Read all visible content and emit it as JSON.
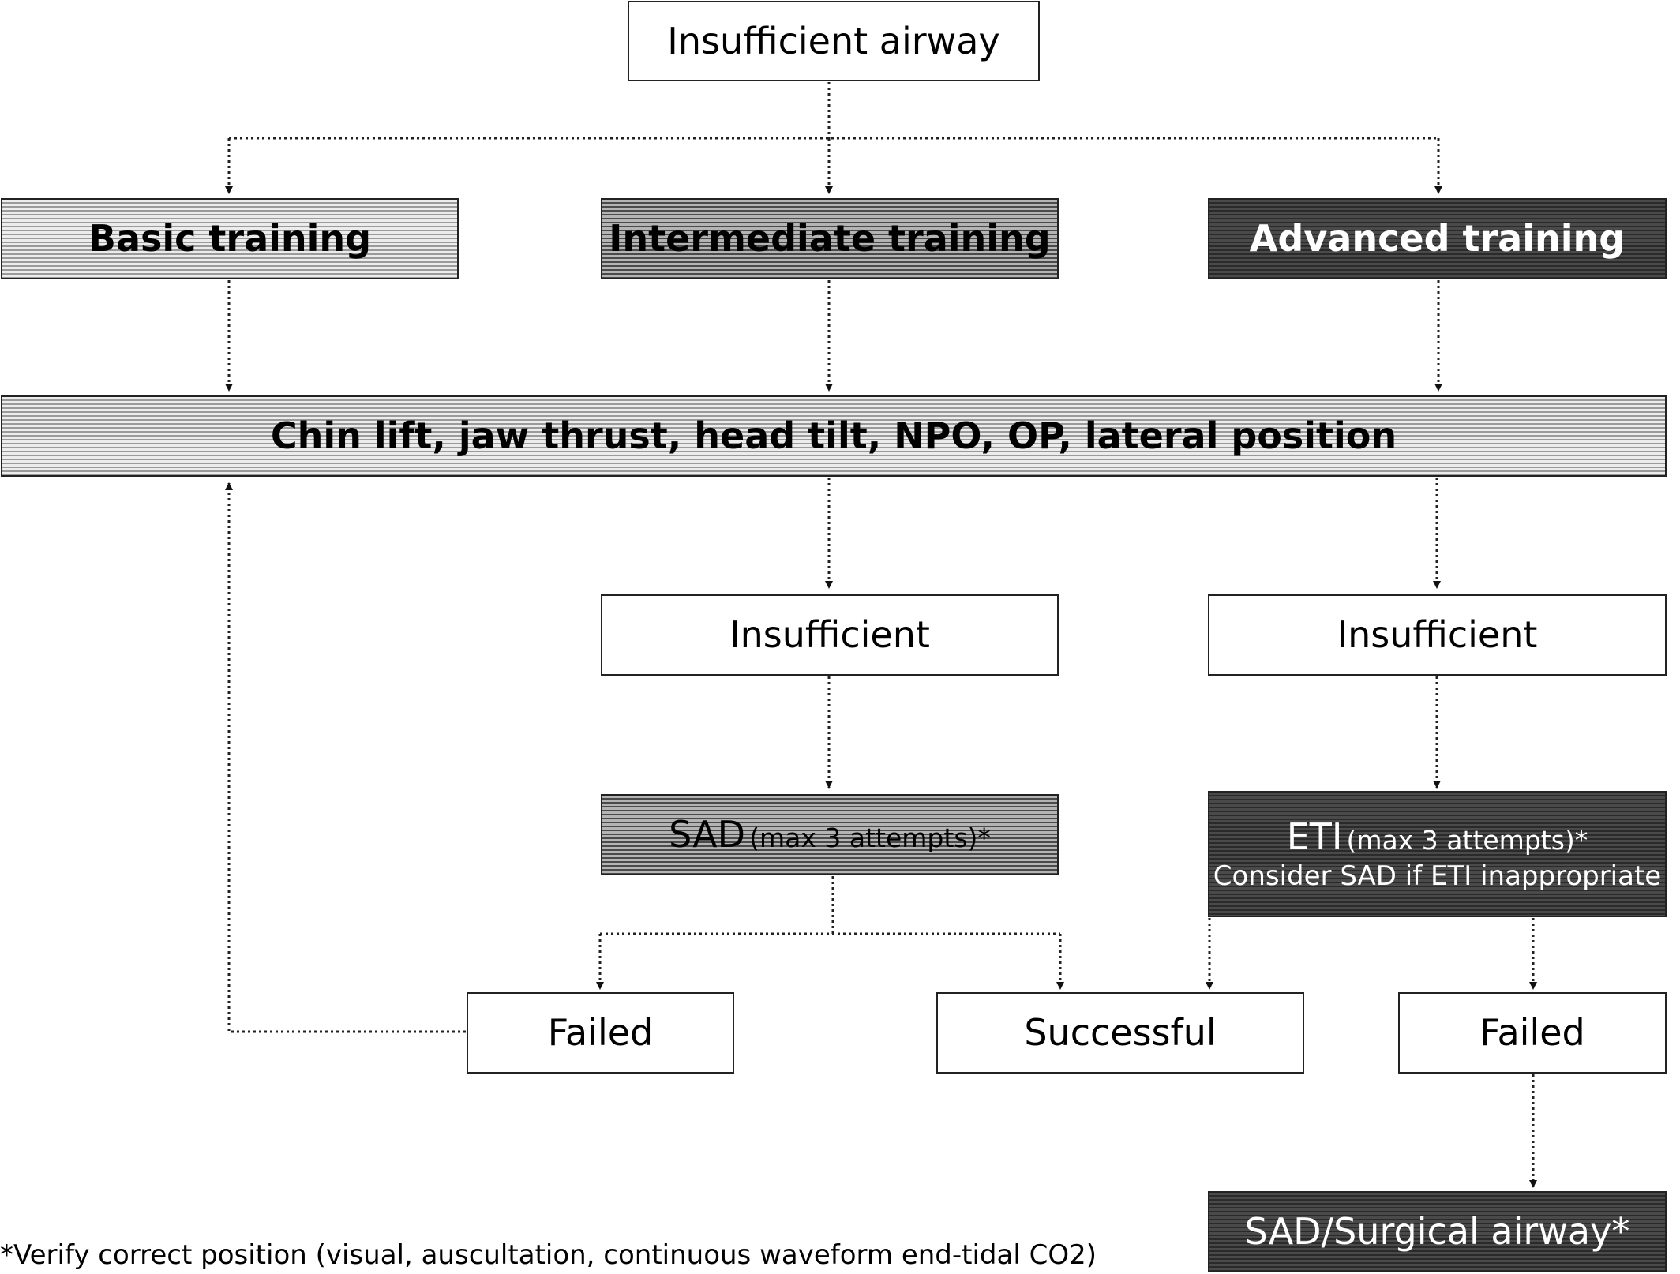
{
  "nodes": {
    "insufficient_airway": "Insufficient airway",
    "basic_training": "Basic training",
    "intermediate_training": "Intermediate training",
    "advanced_training": "Advanced training",
    "maneuvers": "Chin lift, jaw thrust, head tilt, NPO, OP, lateral position",
    "insufficient_mid": "Insufficient",
    "insufficient_right": "Insufficient",
    "sad_main": "SAD",
    "sad_sub": "(max 3 attempts)*",
    "eti_main": "ETI",
    "eti_sub": "(max 3 attempts)*",
    "eti_line2": "Consider SAD if ETI inappropriate",
    "failed_left": "Failed",
    "successful": "Successful",
    "failed_right": "Failed",
    "sad_surgical": "SAD/Surgical airway*"
  },
  "footnote": "*Verify correct position (visual, auscultation, continuous waveform end-tidal CO2)",
  "colors": {
    "light_fill": "#ececec",
    "medium_fill": "#8a8a8a",
    "dark_fill": "#3a3a3a",
    "line": "#222222"
  }
}
